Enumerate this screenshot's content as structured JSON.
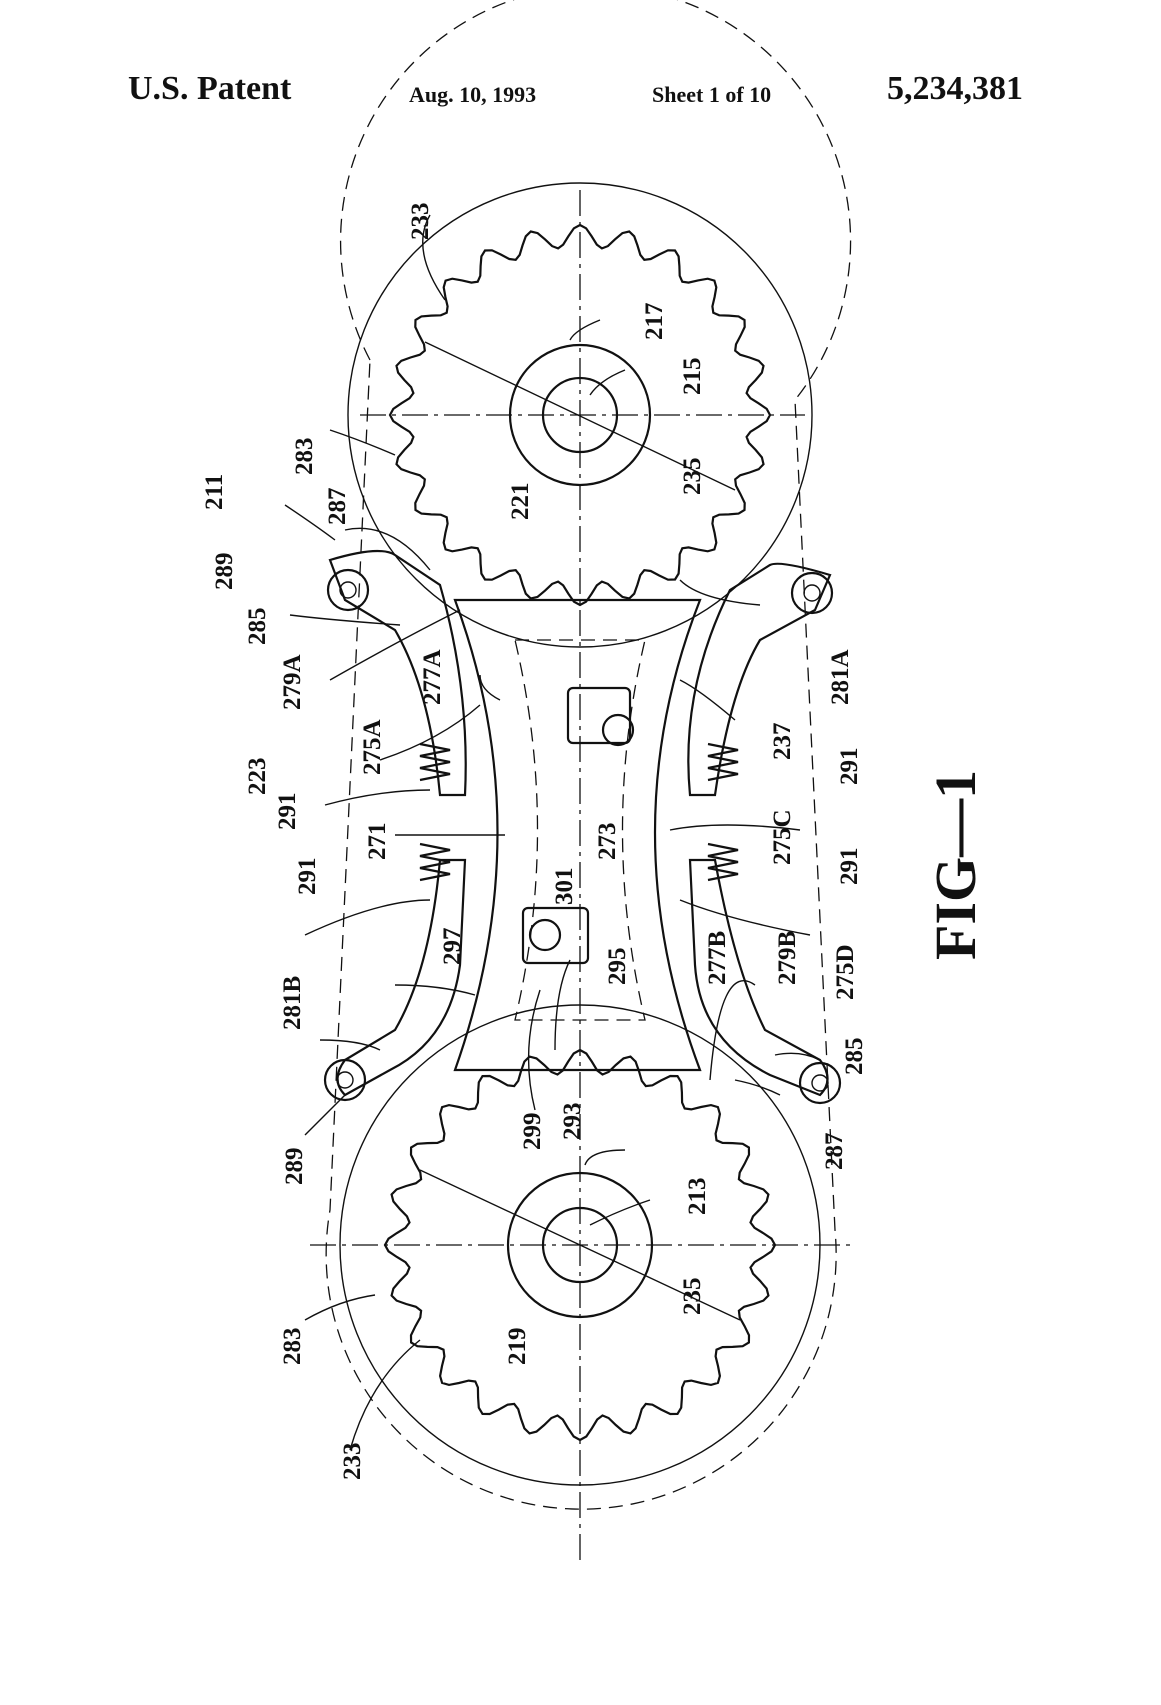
{
  "header": {
    "left": "U.S. Patent",
    "date": "Aug. 10, 1993",
    "sheet": "Sheet 1 of 10",
    "patent_number": "5,234,381"
  },
  "figure": {
    "caption": "FIG—1"
  },
  "reference_labels": [
    "233",
    "217",
    "215",
    "235",
    "283",
    "221",
    "287",
    "211",
    "285",
    "289",
    "279A",
    "277A",
    "275A",
    "223",
    "291",
    "271",
    "273",
    "237",
    "281A",
    "301",
    "275C",
    "295",
    "277B",
    "279B",
    "275D",
    "297",
    "281B",
    "299",
    "293",
    "213",
    "219",
    "233",
    "235",
    "283",
    "289",
    "287",
    "285",
    "291",
    "291",
    "291"
  ]
}
